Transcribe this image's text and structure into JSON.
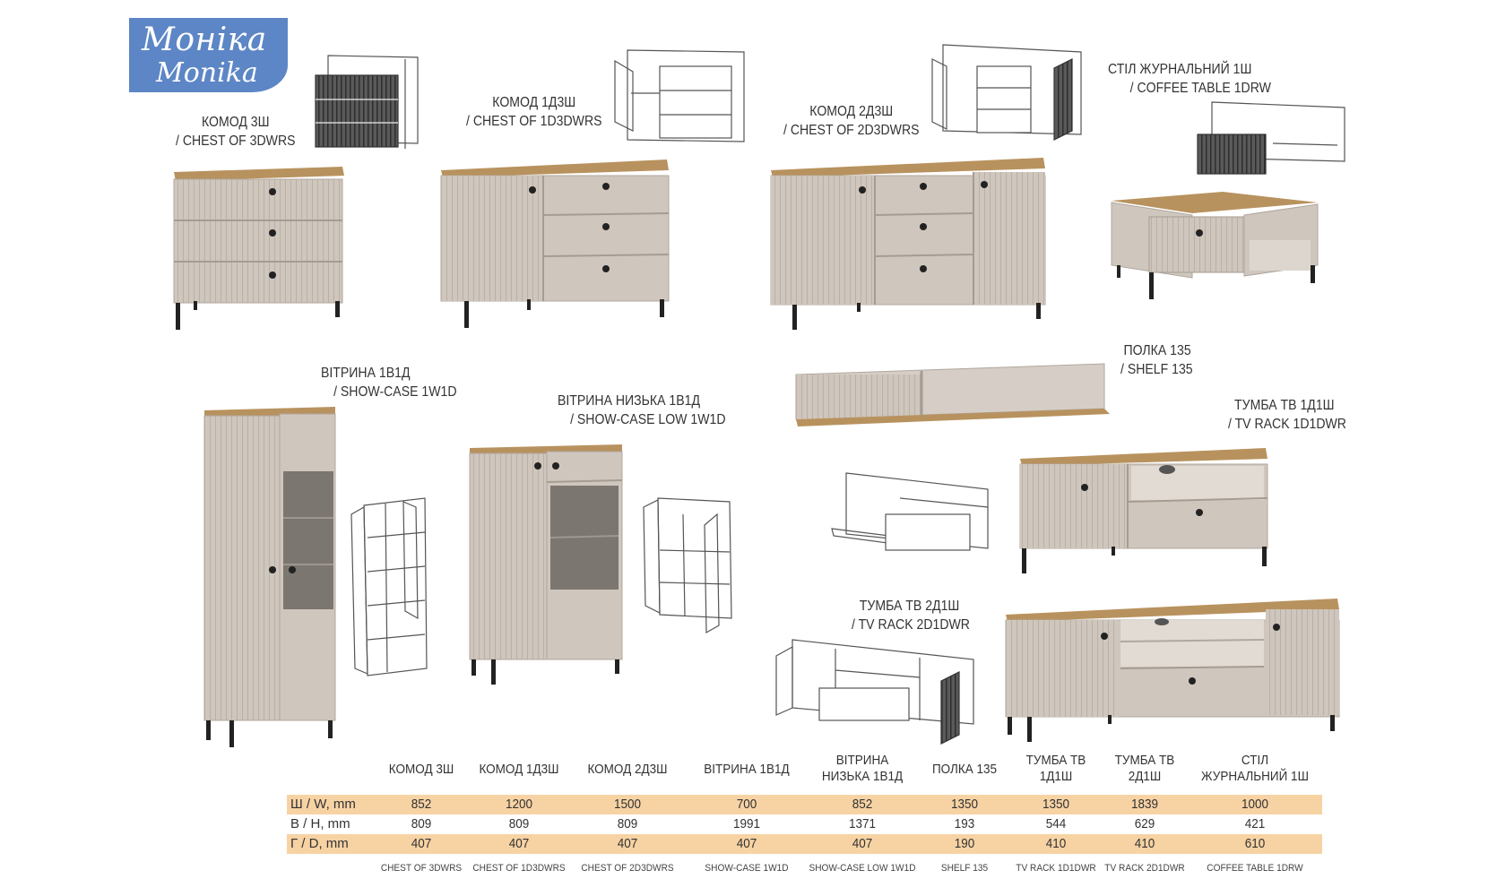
{
  "brand": {
    "line1": "Моніка",
    "line2": "Monika"
  },
  "captions": {
    "chest3": {
      "ua": "КОМОД 3Ш",
      "en": "/ CHEST OF 3DWRS"
    },
    "chest1d3": {
      "ua": "КОМОД 1Д3Ш",
      "en": "/ CHEST OF 1D3DWRS"
    },
    "chest2d3": {
      "ua": "КОМОД 2Д3Ш",
      "en": "/ CHEST OF 2D3DWRS"
    },
    "coffee": {
      "ua": "СТІЛ ЖУРНАЛЬНИЙ 1Ш",
      "en": "/ COFFEE TABLE 1DRW"
    },
    "showcase": {
      "ua": "ВІТРИНА 1В1Д",
      "en": "/ SHOW-CASE 1W1D"
    },
    "showcase_low": {
      "ua": "ВІТРИНА НИЗЬКА 1В1Д",
      "en": "/ SHOW-CASE LOW 1W1D"
    },
    "shelf": {
      "ua": "ПОЛКА 135",
      "en": "/ SHELF 135"
    },
    "tv1": {
      "ua": "ТУМБА ТВ 1Д1Ш",
      "en": "/ TV RACK 1D1DWR"
    },
    "tv2": {
      "ua": "ТУМБА ТВ 2Д1Ш",
      "en": "/ TV RACK 2D1DWR"
    }
  },
  "table": {
    "headers": [
      "КОМОД 3Ш",
      "КОМОД 1Д3Ш",
      "КОМОД 2Д3Ш",
      "ВІТРИНА 1В1Д",
      "ВІТРИНА НИЗЬКА 1В1Д",
      "ПОЛКА 135",
      "ТУМБА ТВ 1Д1Ш",
      "ТУМБА ТВ 2Д1Ш",
      "СТІЛ ЖУРНАЛЬНИЙ 1Ш"
    ],
    "rows": [
      {
        "label": "Ш / W, mm",
        "values": [
          "852",
          "1200",
          "1500",
          "700",
          "852",
          "1350",
          "1350",
          "1839",
          "1000"
        ]
      },
      {
        "label": "В / H, mm",
        "values": [
          "809",
          "809",
          "809",
          "1991",
          "1371",
          "193",
          "544",
          "629",
          "421"
        ]
      },
      {
        "label": "Г / D, mm",
        "values": [
          "407",
          "407",
          "407",
          "407",
          "407",
          "190",
          "410",
          "410",
          "610"
        ]
      }
    ],
    "footer": [
      "CHEST OF 3DWRS",
      "CHEST OF 1D3DWRS",
      "CHEST OF 2D3DWRS",
      "SHOW-CASE 1W1D",
      "SHOW-CASE LOW 1W1D",
      "SHELF 135",
      "TV RACK 1D1DWR",
      "TV RACK 2D1DWR",
      "COFFEE TABLE 1DRW"
    ]
  },
  "colors": {
    "brand": "#5d86c6",
    "body": "#cfc6bd",
    "wood": "#b8925e",
    "leg": "#222222",
    "band": "#f7d3a4"
  }
}
